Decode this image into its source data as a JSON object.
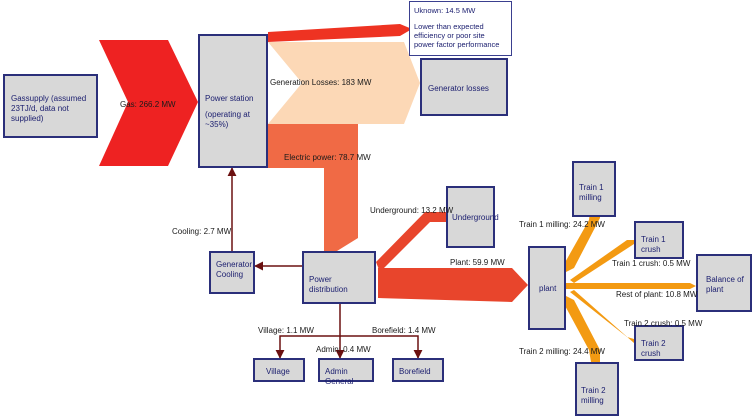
{
  "nodes": {
    "gas_supply": "Gassupply (assumed 23TJ/d, data not supplied)",
    "power_station_title": "Power station",
    "power_station_sub": "(operating at ~35%)",
    "generator_losses": "Generator losses",
    "power_distribution": "Power distribution",
    "generator_cooling": "Generator Cooling",
    "underground": "Underground",
    "plant": "plant",
    "train1_milling": "Train 1 milling",
    "train1_crush": "Train 1 crush",
    "balance_of_plant": "Balance of plant",
    "train2_crush": "Train 2 crush",
    "train2_milling": "Train 2 milling",
    "village": "Village",
    "admin_general": "Admin General",
    "borefield": "Borefield"
  },
  "flows": {
    "gas": "Gas: 266.2 MW",
    "generation_losses": "Generation Losses: 183 MW",
    "electric_power": "Electric power: 78.7 MW",
    "cooling": "Cooling: 2.7 MW",
    "underground": "Underground: 13.2 MW",
    "plant": "Plant: 59.9 MW",
    "train1_milling": "Train 1 milling: 24.2 MW",
    "train1_crush": "Train 1 crush: 0.5 MW",
    "rest_of_plant": "Rest of plant: 10.8 MW",
    "train2_crush": "Train 2 crush: 0.5 MW",
    "train2_milling": "Train 2 milling: 24.4 MW",
    "village": "Village: 1.1 MW",
    "admin": "Admin: 0.4 MW",
    "borefield": "Borefield: 1.4 MW"
  },
  "note": {
    "unknown": "Uknown: 14.5 MW",
    "explanation": "Lower than expected efficiency or poor site power factor performance"
  },
  "colors": {
    "box_fill": "#d8d8d8",
    "box_border": "#2b2f7a",
    "gas_flow": "#ee2222",
    "losses_flow": "#fcd8b6",
    "electric_flow": "#f06a45",
    "distribution_flow": "#e8452c",
    "train_flow": "#f39a12",
    "unknown_flow": "#ee3322",
    "connector": "#6b1010"
  }
}
